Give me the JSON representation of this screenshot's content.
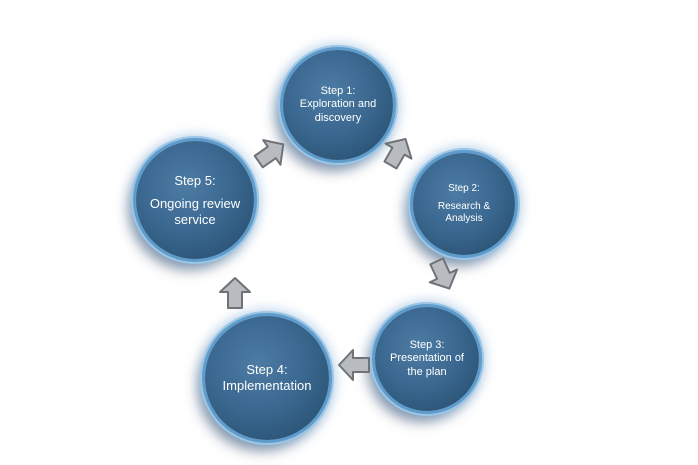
{
  "steps": [
    {
      "title": "Step 1:",
      "lines": [
        "Exploration and",
        "discovery"
      ]
    },
    {
      "title": "Step 2:",
      "lines": [
        "Research &",
        "Analysis"
      ]
    },
    {
      "title": "Step 3:",
      "lines": [
        "Presentation of",
        "the plan"
      ]
    },
    {
      "title": "Step 4:",
      "lines": [
        "Implementation"
      ]
    },
    {
      "title": "Step 5:",
      "lines": [
        "Ongoing review",
        "service"
      ]
    }
  ],
  "colors": {
    "circle_fill": "#3b6890",
    "circle_rim": "#5f9ccc",
    "glow": "#9cc6e6",
    "arrow_fill": "#b8bcc0",
    "arrow_stroke": "#6f7377"
  },
  "icons": [
    "arrow-icon"
  ]
}
